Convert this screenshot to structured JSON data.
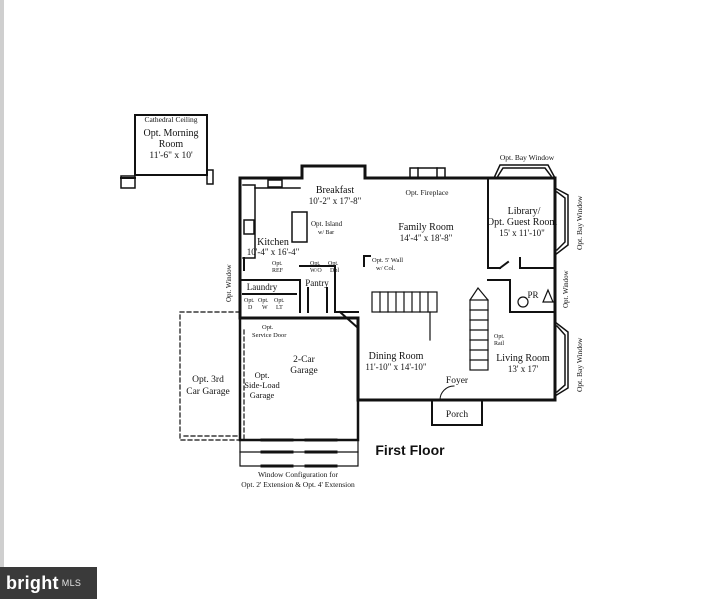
{
  "floor_title": "First Floor",
  "rooms": {
    "morning_room": {
      "note": "Cathedral Ceiling",
      "name1": "Opt. Morning",
      "name2": "Room",
      "dims": "11'-6\" x 10'"
    },
    "breakfast": {
      "name": "Breakfast",
      "dims": "10'-2\" x 17'-8\""
    },
    "kitchen": {
      "name": "Kitchen",
      "dims": "10'-4\" x 16'-4\""
    },
    "island": {
      "name": "Opt. Island",
      "note": "w/ Bar"
    },
    "family_room": {
      "name": "Family Room",
      "dims": "14'-4\" x 18'-8\""
    },
    "fireplace": {
      "name": "Opt. Fireplace"
    },
    "library": {
      "name1": "Library/",
      "name2": "Opt. Guest Room",
      "dims": "15' x 11'-10\""
    },
    "laundry": {
      "name": "Laundry"
    },
    "pantry": {
      "name": "Pantry"
    },
    "pr": {
      "name": "PR"
    },
    "garage": {
      "name1": "2-Car",
      "name2": "Garage"
    },
    "third_garage": {
      "name1": "Opt. 3rd",
      "name2": "Car Garage"
    },
    "side_load": {
      "name1": "Opt.",
      "name2": "Side-Load",
      "name3": "Garage"
    },
    "service_door": {
      "name1": "Opt.",
      "name2": "Service Door"
    },
    "dining_room": {
      "name": "Dining Room",
      "dims": "11'-10\" x 14'-10\""
    },
    "living_room": {
      "name": "Living Room",
      "dims": "13' x 17'"
    },
    "foyer": {
      "name": "Foyer"
    },
    "porch": {
      "name": "Porch"
    }
  },
  "annotations": {
    "bay_window_top": "Opt. Bay Window",
    "bay_window_library": "Opt. Bay Window",
    "bay_window_living": "Opt. Bay Window",
    "window_pr": "Opt. Window",
    "window_laundry": "Opt. Window",
    "wall_col1": "Opt. 5' Wall",
    "wall_col2": "w/ Col.",
    "rail1": "Opt.",
    "rail2": "Rail",
    "small1": "Opt.",
    "small2": "REF",
    "small3": "Opt.",
    "small4": "Opt.",
    "small5": "W/O",
    "small6": "Dbl",
    "small7": "Opt.",
    "small8": "Opt.",
    "small9": "Opt.",
    "small10": "D",
    "small11": "W",
    "small12": "LT",
    "window_config1": "Window Configuration for",
    "window_config2": "Opt. 2' Extension & Opt. 4' Extension"
  },
  "watermark": {
    "brand": "bright",
    "suffix": "MLS"
  }
}
